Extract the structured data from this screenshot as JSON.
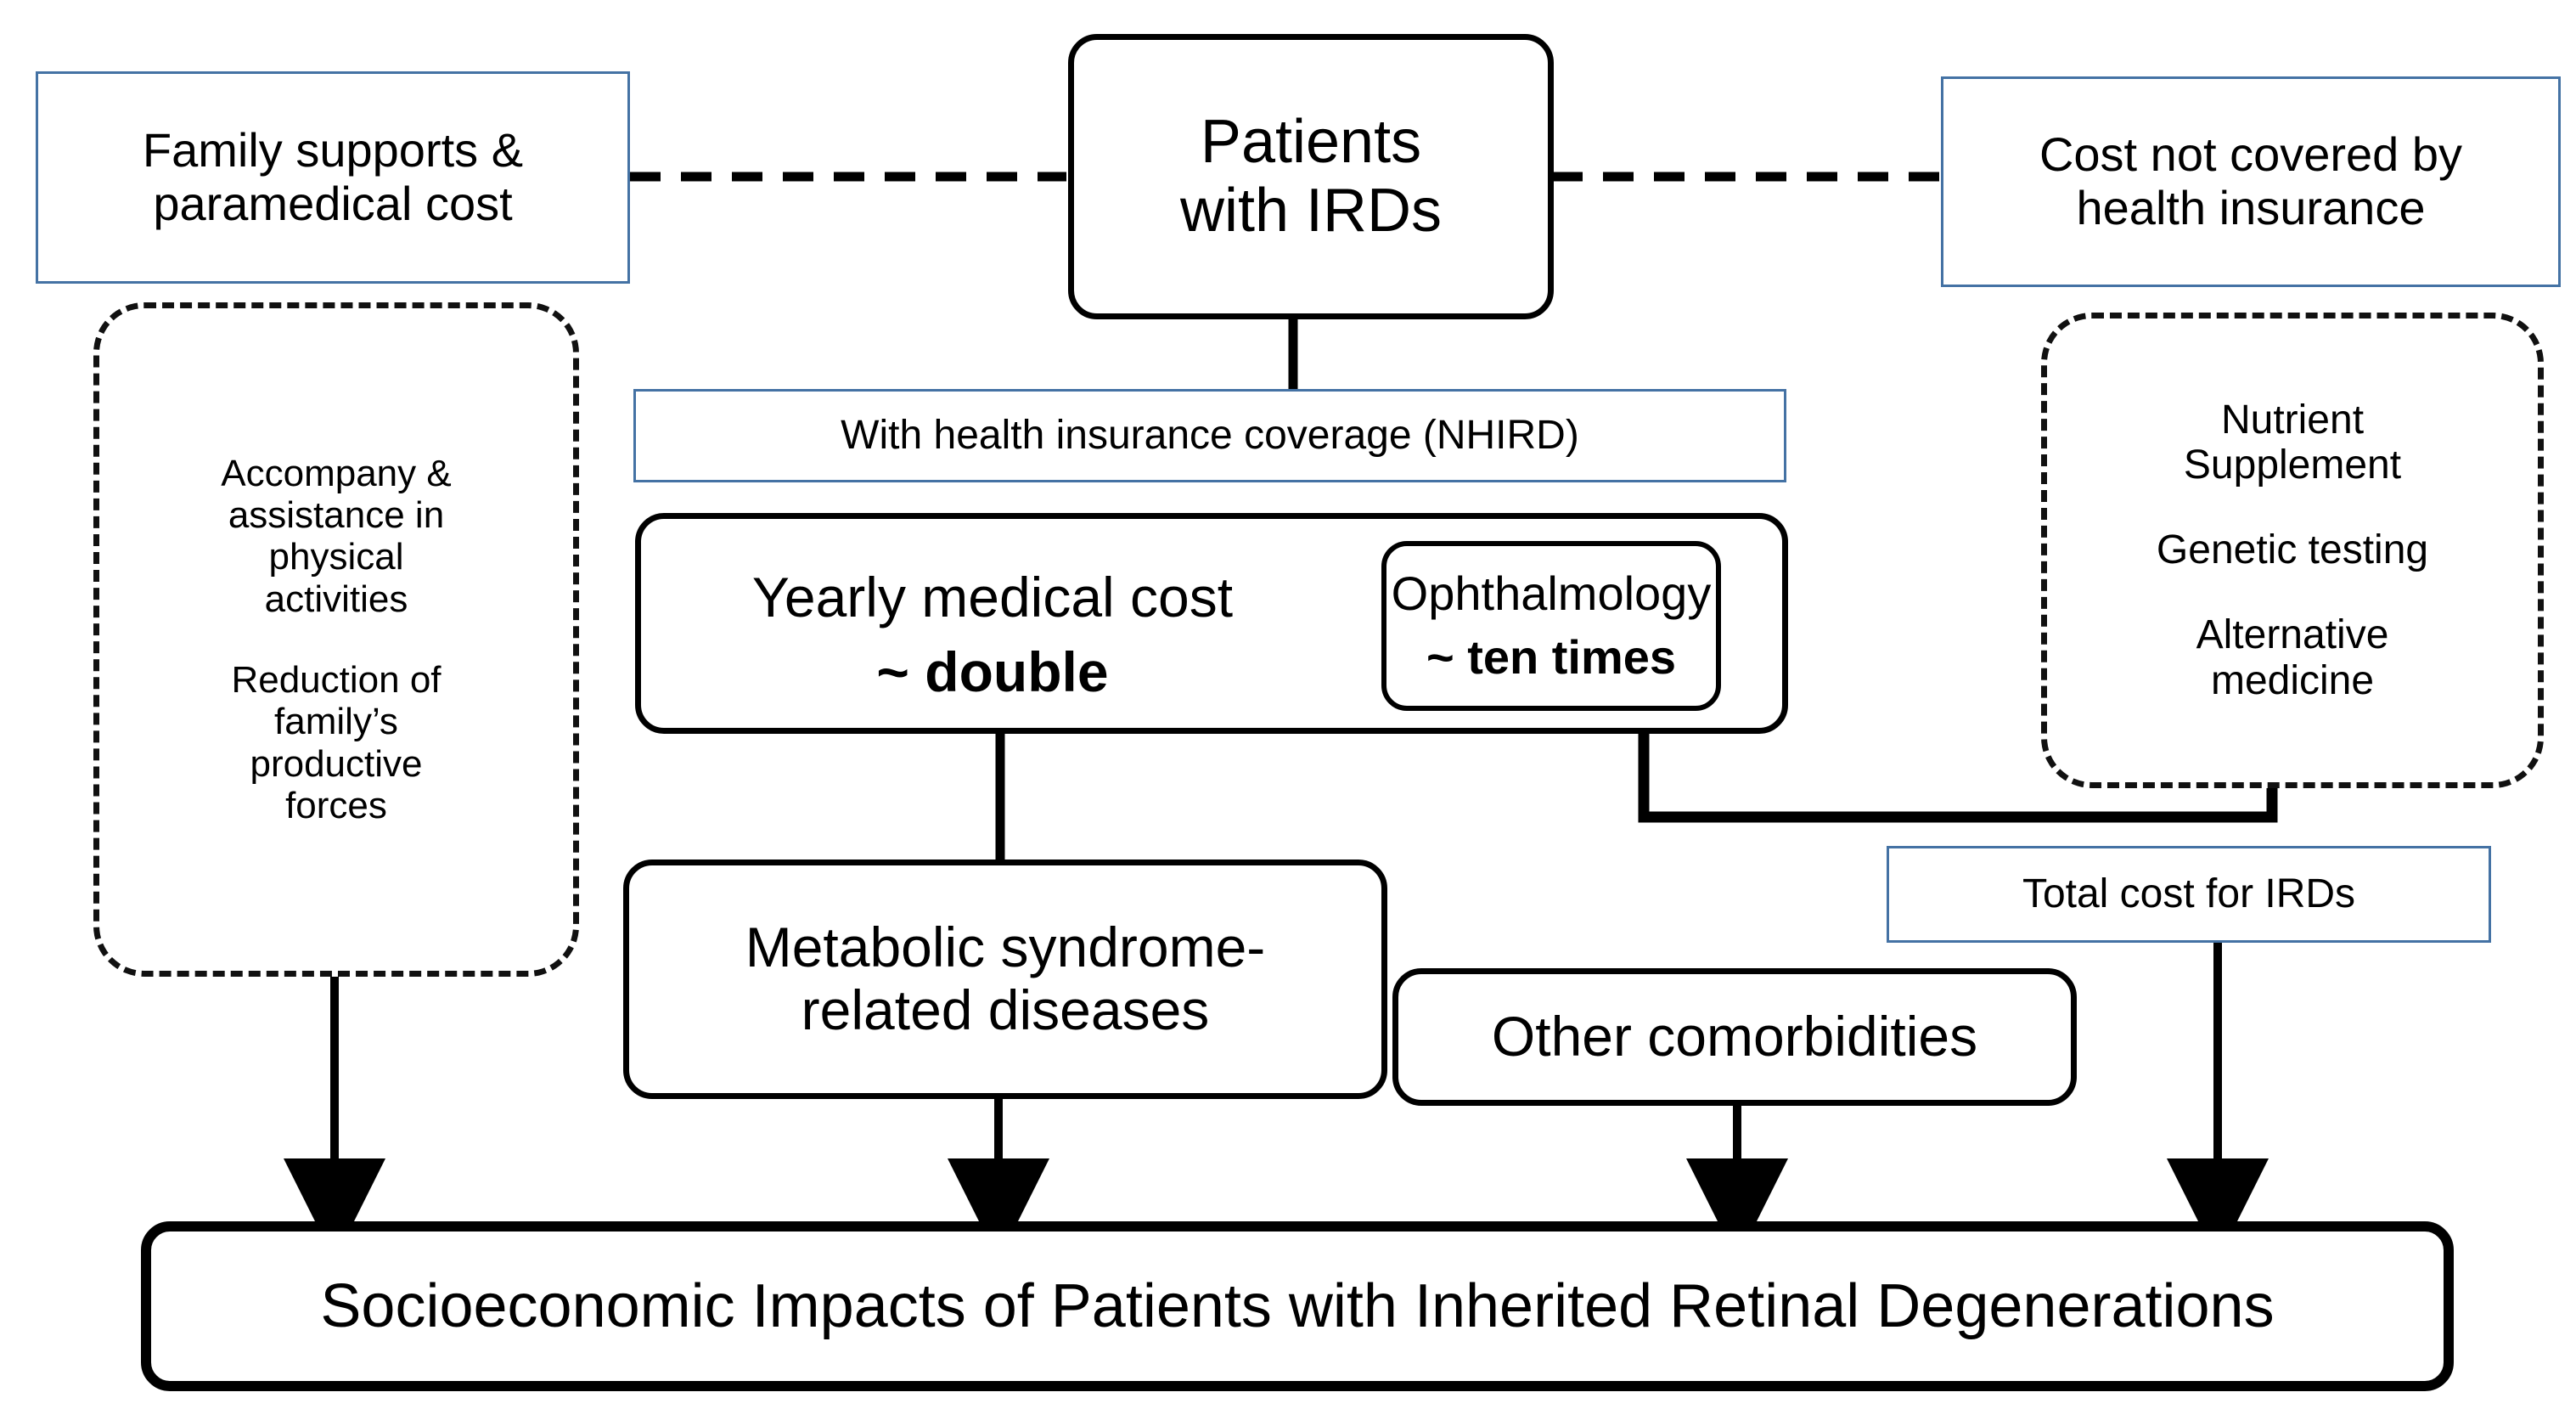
{
  "diagram": {
    "title_banner": "Socioeconomic Impacts of Patients with Inherited Retinal Degenerations",
    "nodes": {
      "patients": {
        "line1": "Patients",
        "line2": "with IRDs"
      },
      "family_support": {
        "line1": "Family supports &",
        "line2": "paramedical cost"
      },
      "cost_not_covered": {
        "line1": "Cost not covered by",
        "line2": "health insurance"
      },
      "left_dashed": {
        "item1": "Accompany &\nassistance in\nphysical\nactivities",
        "item1_lines": [
          "Accompany &",
          "assistance in",
          "physical",
          "activities"
        ],
        "item2_lines": [
          "Reduction of",
          "family’s",
          "productive",
          "forces"
        ]
      },
      "right_dashed": {
        "item1_lines": [
          "Nutrient",
          "Supplement"
        ],
        "item2_lines": [
          "Genetic testing"
        ],
        "item3_lines": [
          "Alternative",
          "medicine"
        ]
      },
      "nhird": {
        "label": "With health insurance coverage (NHIRD)"
      },
      "yearly_cost": {
        "line1": "Yearly medical cost",
        "line2": "~ double"
      },
      "ophthalmology": {
        "line1": "Ophthalmology",
        "line2": "~ ten times"
      },
      "metabolic": {
        "line1": "Metabolic syndrome-",
        "line2": "related diseases"
      },
      "other_comorbidities": {
        "label": "Other comorbidities"
      },
      "total_cost": {
        "label": "Total cost for IRDs"
      }
    },
    "colors": {
      "blue_border": "#4472a4",
      "black": "#000000",
      "background": "#ffffff"
    }
  }
}
